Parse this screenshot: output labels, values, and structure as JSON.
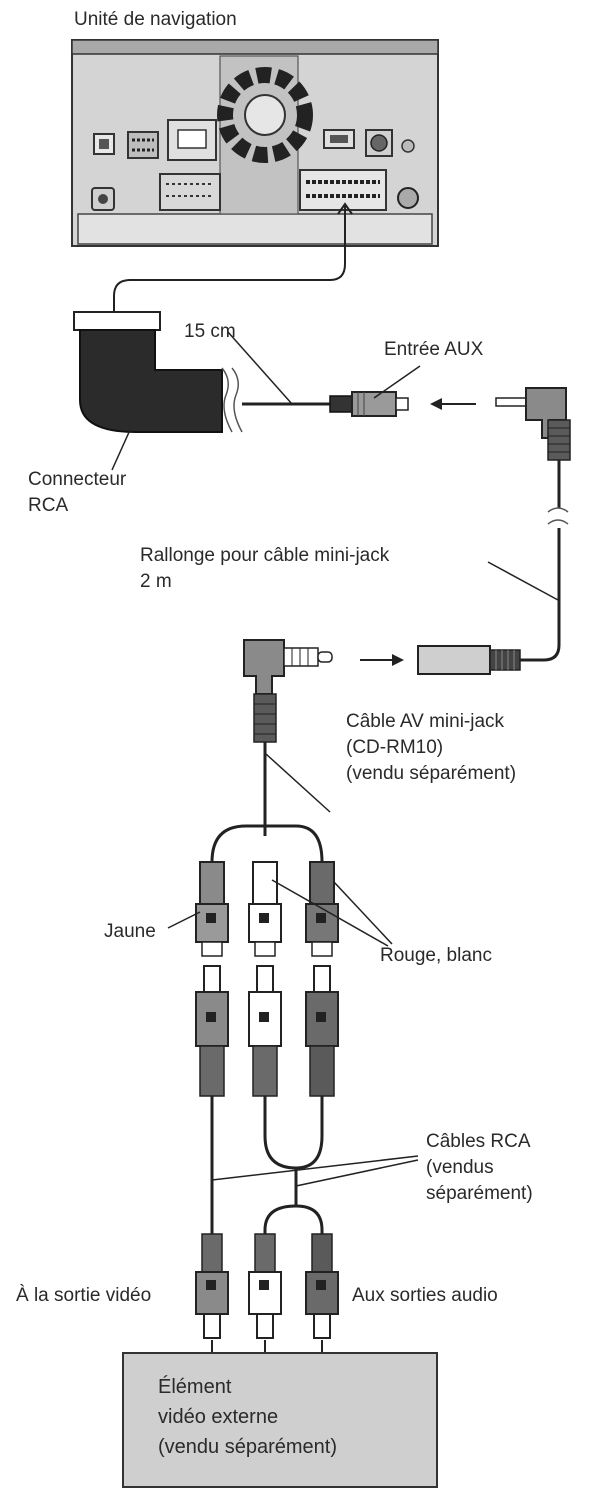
{
  "labels": {
    "navigation_unit": "Unité de navigation",
    "cable_length_15cm": "15 cm",
    "aux_input": "Entrée AUX",
    "rca_connector_line1": "Connecteur",
    "rca_connector_line2": "RCA",
    "extension_line1": "Rallonge pour câble mini-jack",
    "extension_line2": "2 m",
    "av_cable_line1": "Câble AV mini-jack",
    "av_cable_line2": "(CD-RM10)",
    "av_cable_line3": "(vendu séparément)",
    "yellow": "Jaune",
    "red_white": "Rouge, blanc",
    "rca_cables_line1": "Câbles RCA",
    "rca_cables_line2": "(vendus",
    "rca_cables_line3": "séparément)",
    "video_output": "À la sortie vidéo",
    "audio_outputs": "Aux sorties audio",
    "external_line1": "Élément",
    "external_line2": "vidéo externe",
    "external_line3": "(vendu séparément)"
  },
  "colors": {
    "line": "#222222",
    "unit_body": "#c8c8c8",
    "connector_dark": "#2b2b2b",
    "plug_yellow_gray": "#8a8a8a",
    "plug_white": "#ffffff",
    "plug_red_gray": "#6a6a6a",
    "external_box": "#cfcfcf"
  }
}
